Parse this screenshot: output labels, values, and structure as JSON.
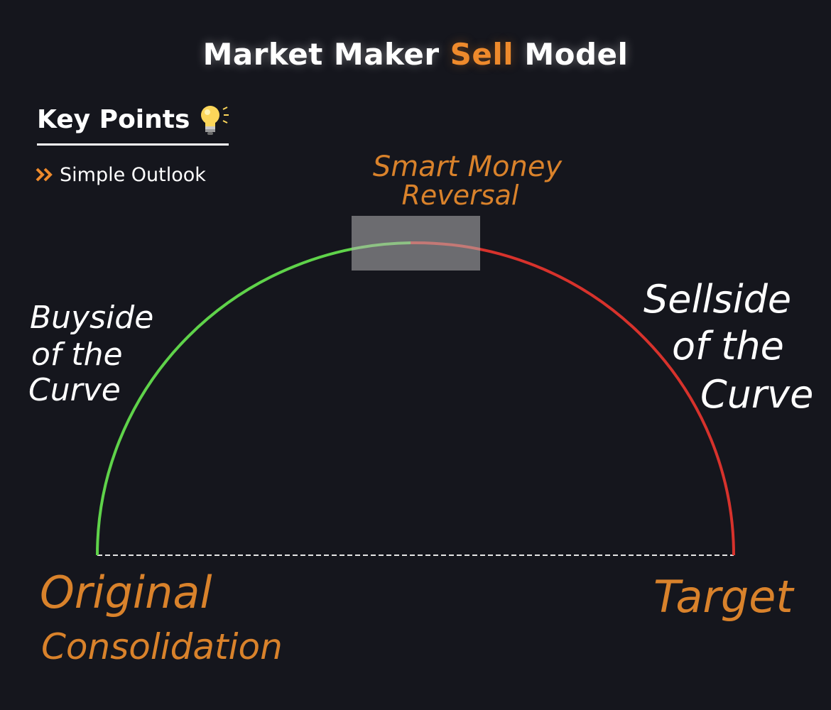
{
  "title": {
    "prefix": "Market Maker",
    "accent": "Sell",
    "suffix": "Model"
  },
  "key_points": {
    "label": "Key Points",
    "icon": "lightbulb-icon",
    "items": [
      {
        "icon": "double-chevron-right-icon",
        "label": "Simple Outlook"
      }
    ]
  },
  "diagram": {
    "top_label_line1": "Smart Money",
    "top_label_line2": "Reversal",
    "left_label_line1": "Buyside",
    "left_label_line2": "of the",
    "left_label_line3": "Curve",
    "right_label_line1": "Sellside",
    "right_label_line2": "of the",
    "right_label_line3": "Curve",
    "bottom_left_line1": "Original",
    "bottom_left_line2": "Consolidation",
    "bottom_right": "Target"
  },
  "colors": {
    "background": "#15161d",
    "accent_orange": "#ee8a2c",
    "handwriting_orange": "#d9822b",
    "buyside_green": "#5fd34a",
    "sellside_red": "#d7322c",
    "text_white": "#ffffff",
    "highlight_box": "#b5b5b5"
  }
}
